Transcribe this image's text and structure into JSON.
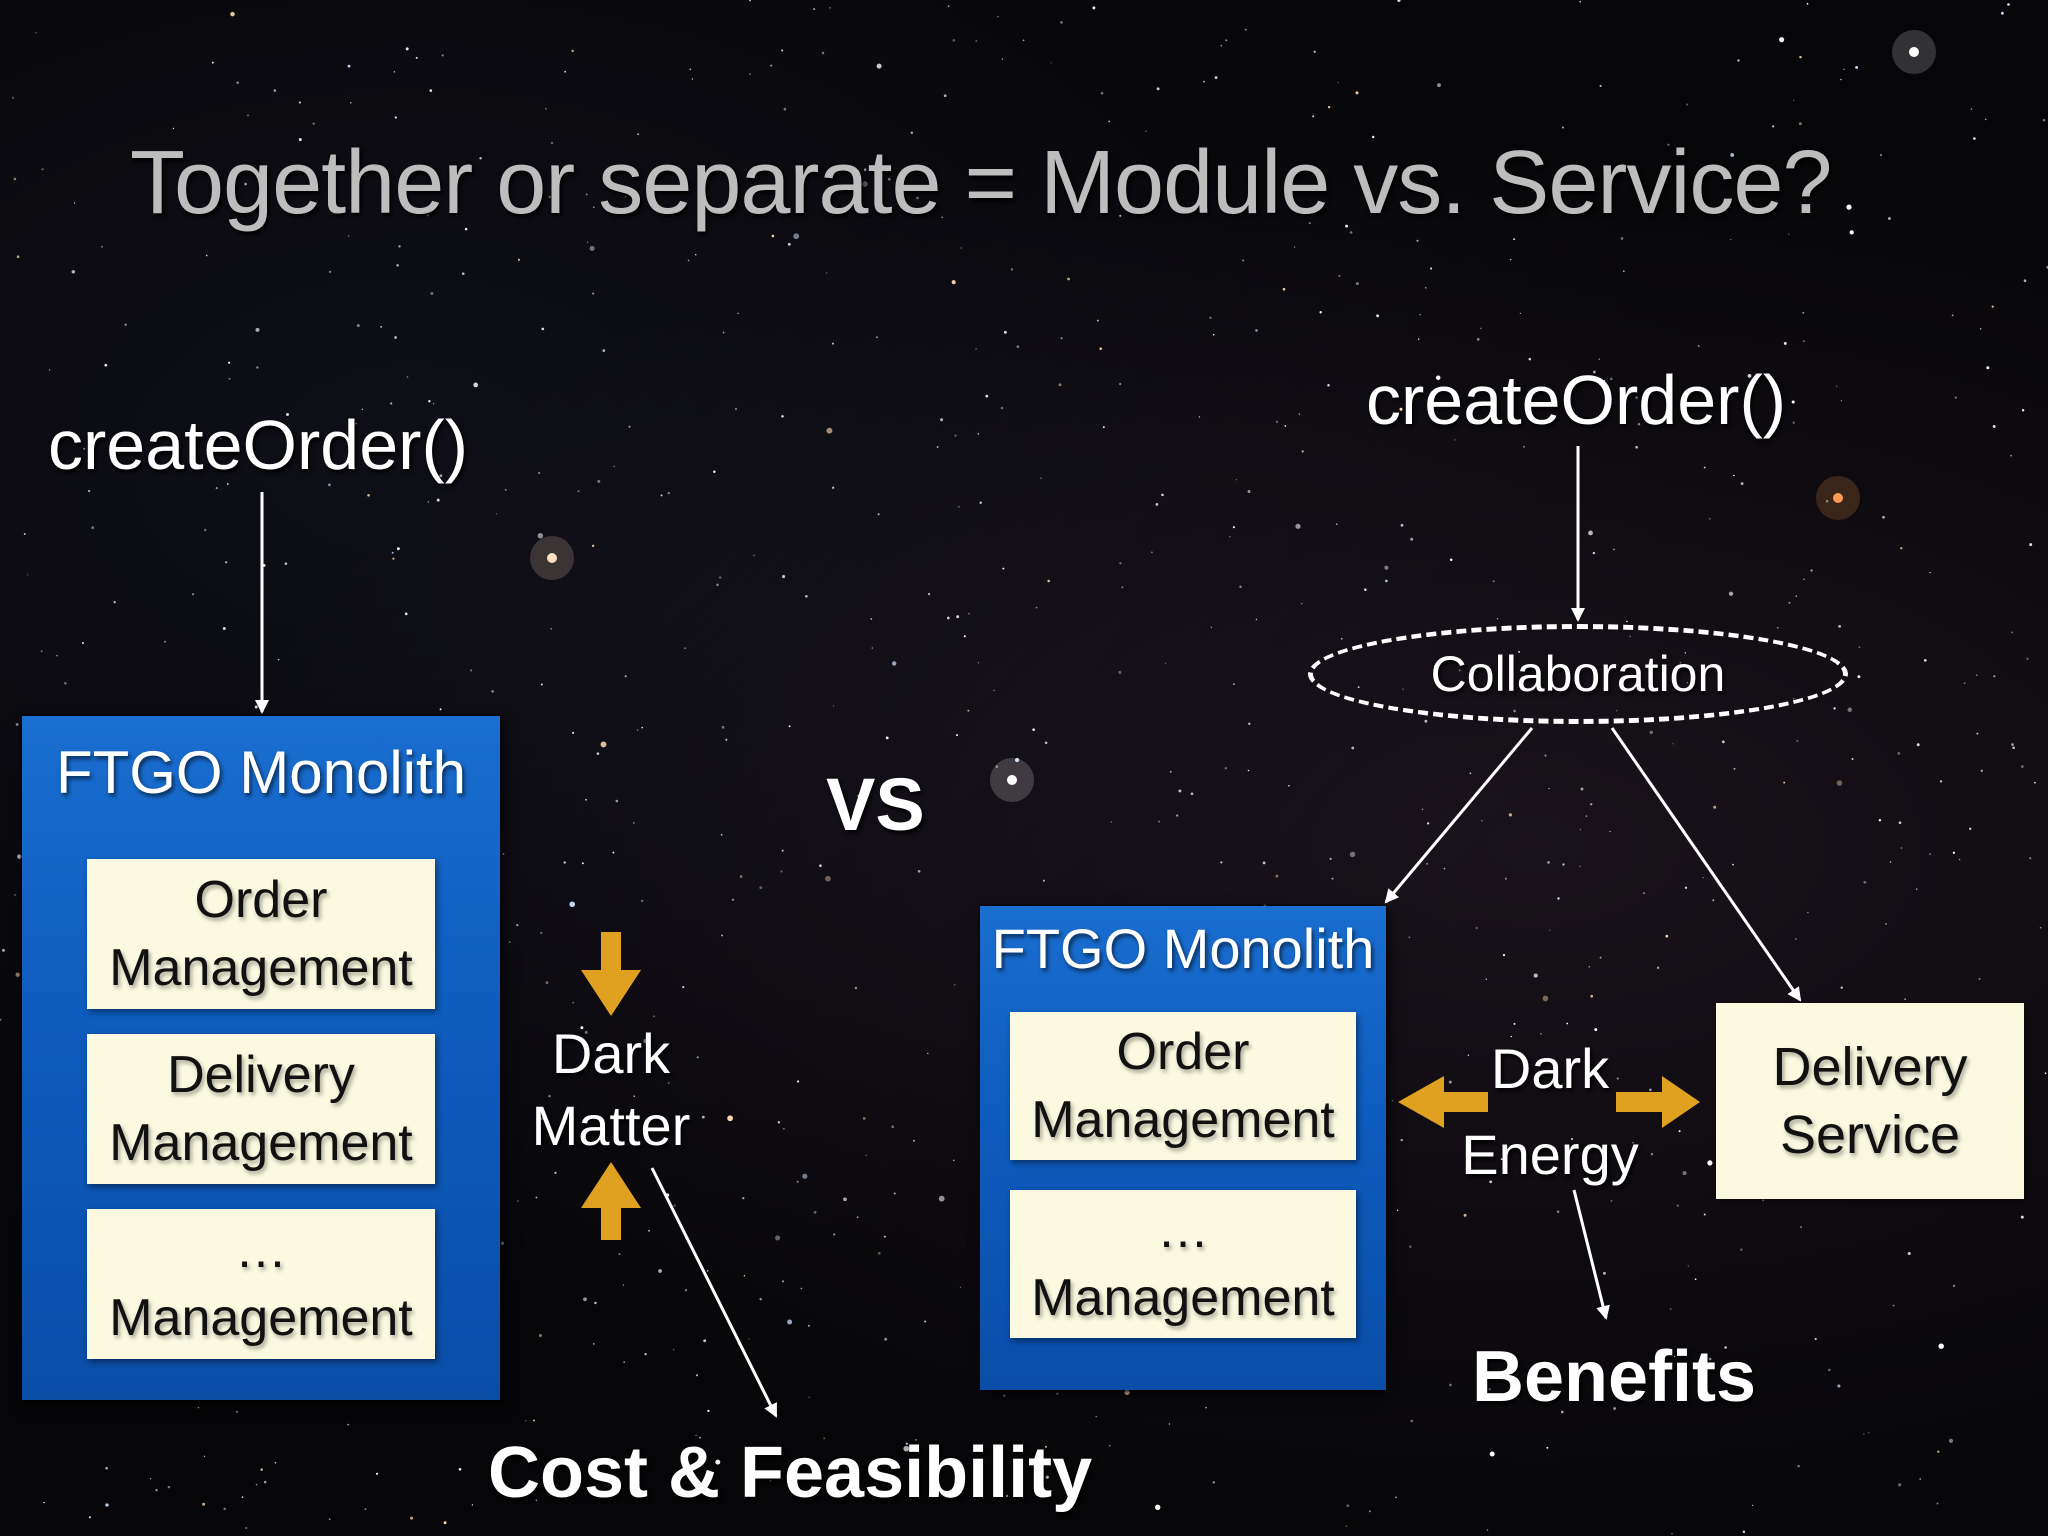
{
  "slide": {
    "title": "Together or separate = Module vs. Service?",
    "vs_label": "VS"
  },
  "left": {
    "call": "createOrder()",
    "monolith": {
      "title": "FTGO Monolith",
      "modules": [
        {
          "line1": "Order",
          "line2": "Management"
        },
        {
          "line1": "Delivery",
          "line2": "Management"
        },
        {
          "line1": "…",
          "line2": "Management"
        }
      ]
    },
    "force": {
      "line1": "Dark",
      "line2": "Matter"
    },
    "outcome": "Cost & Feasibility"
  },
  "right": {
    "call": "createOrder()",
    "collaboration": "Collaboration",
    "monolith": {
      "title": "FTGO Monolith",
      "modules": [
        {
          "line1": "Order",
          "line2": "Management"
        },
        {
          "line1": "…",
          "line2": "Management"
        }
      ]
    },
    "service": {
      "line1": "Delivery",
      "line2": "Service"
    },
    "force": {
      "line1": "Dark",
      "line2": "Energy"
    },
    "outcome": "Benefits"
  },
  "colors": {
    "background": "#060608",
    "monolith_blue": "#0d5bbd",
    "module_cream": "#fbfae1",
    "force_arrow": "#e0a020",
    "title_gray": "#bdbdbd",
    "text_white": "#ffffff"
  },
  "icons": {
    "force_inward_arrows": "arrow-down / arrow-up (pressing together)",
    "force_outward_arrows": "arrow-left / arrow-right (pushing apart)"
  }
}
